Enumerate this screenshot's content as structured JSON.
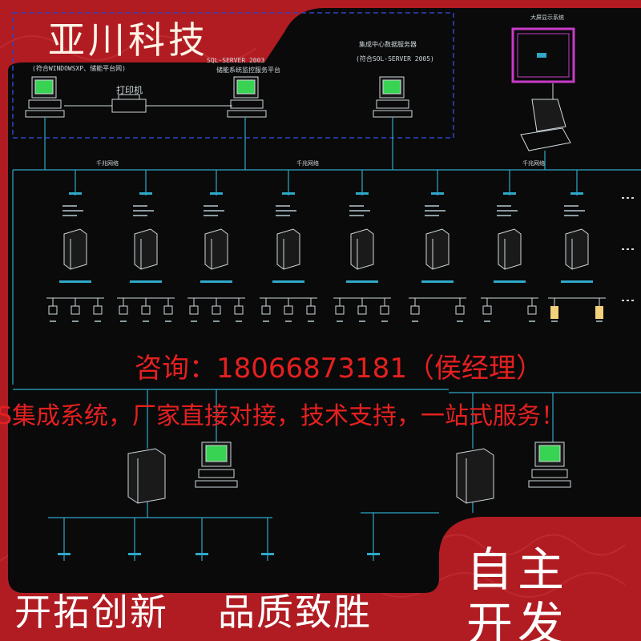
{
  "brand": "亚川科技",
  "consult": "咨询：18066873181（侯经理）",
  "promo": "S集成系统，厂家直接对接，技术支持，一站式服务！",
  "slogans": [
    "开拓创新",
    "品质致胜",
    "自主",
    "开发"
  ],
  "diagram": {
    "pc1_note": "(符合WINDOWSXP、储能平台网)",
    "printer_label": "打印机",
    "server_note_a": "SQL-SERVER 2003",
    "server_note_b": "储能系统监控服务平台",
    "data_center_title": "集成中心数据服务器",
    "data_center_note": "(符合SOL-SERVER 2005)",
    "big_screen_label": "大屏显示系统",
    "ethernet_label": "千兆网络"
  },
  "colors": {
    "background": "#b01c22",
    "panel": "#0a0a0a",
    "line": "#2fa8c8",
    "monitor_screen": "#39d353",
    "accent_text": "#e52020",
    "magenta": "#c83cc8"
  }
}
